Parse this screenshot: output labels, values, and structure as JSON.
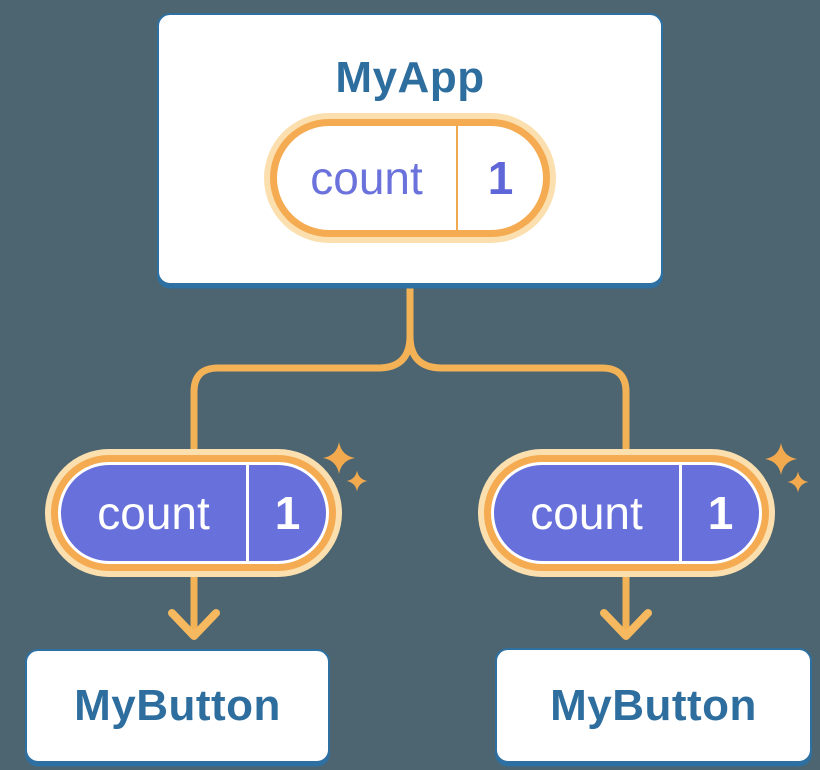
{
  "root": {
    "label": "MyApp",
    "state": {
      "name": "count",
      "value": "1"
    }
  },
  "children": [
    {
      "label": "MyButton",
      "state": {
        "name": "count",
        "value": "1"
      }
    },
    {
      "label": "MyButton",
      "state": {
        "name": "count",
        "value": "1"
      }
    }
  ],
  "icons": {
    "sparkle-icon": "✦"
  },
  "colors": {
    "background": "#4C6570",
    "card_fill": "#FFFFFF",
    "card_border_blue": "#2E70A1",
    "node_text_blue": "#2E6E9E",
    "connector_orange": "#F4B257",
    "arrow_orange": "#F6B95F",
    "pill_ring_orange": "#F5AB51",
    "pill_ring_pale": "#FBDFAF",
    "sparkle_orange": "#F3A94E",
    "state_pill_purple": "#6770DB",
    "state_name_purple": "#6B72DB",
    "state_value_purple": "#5E66D8",
    "state_text_on_purple": "#FFFFFF"
  }
}
